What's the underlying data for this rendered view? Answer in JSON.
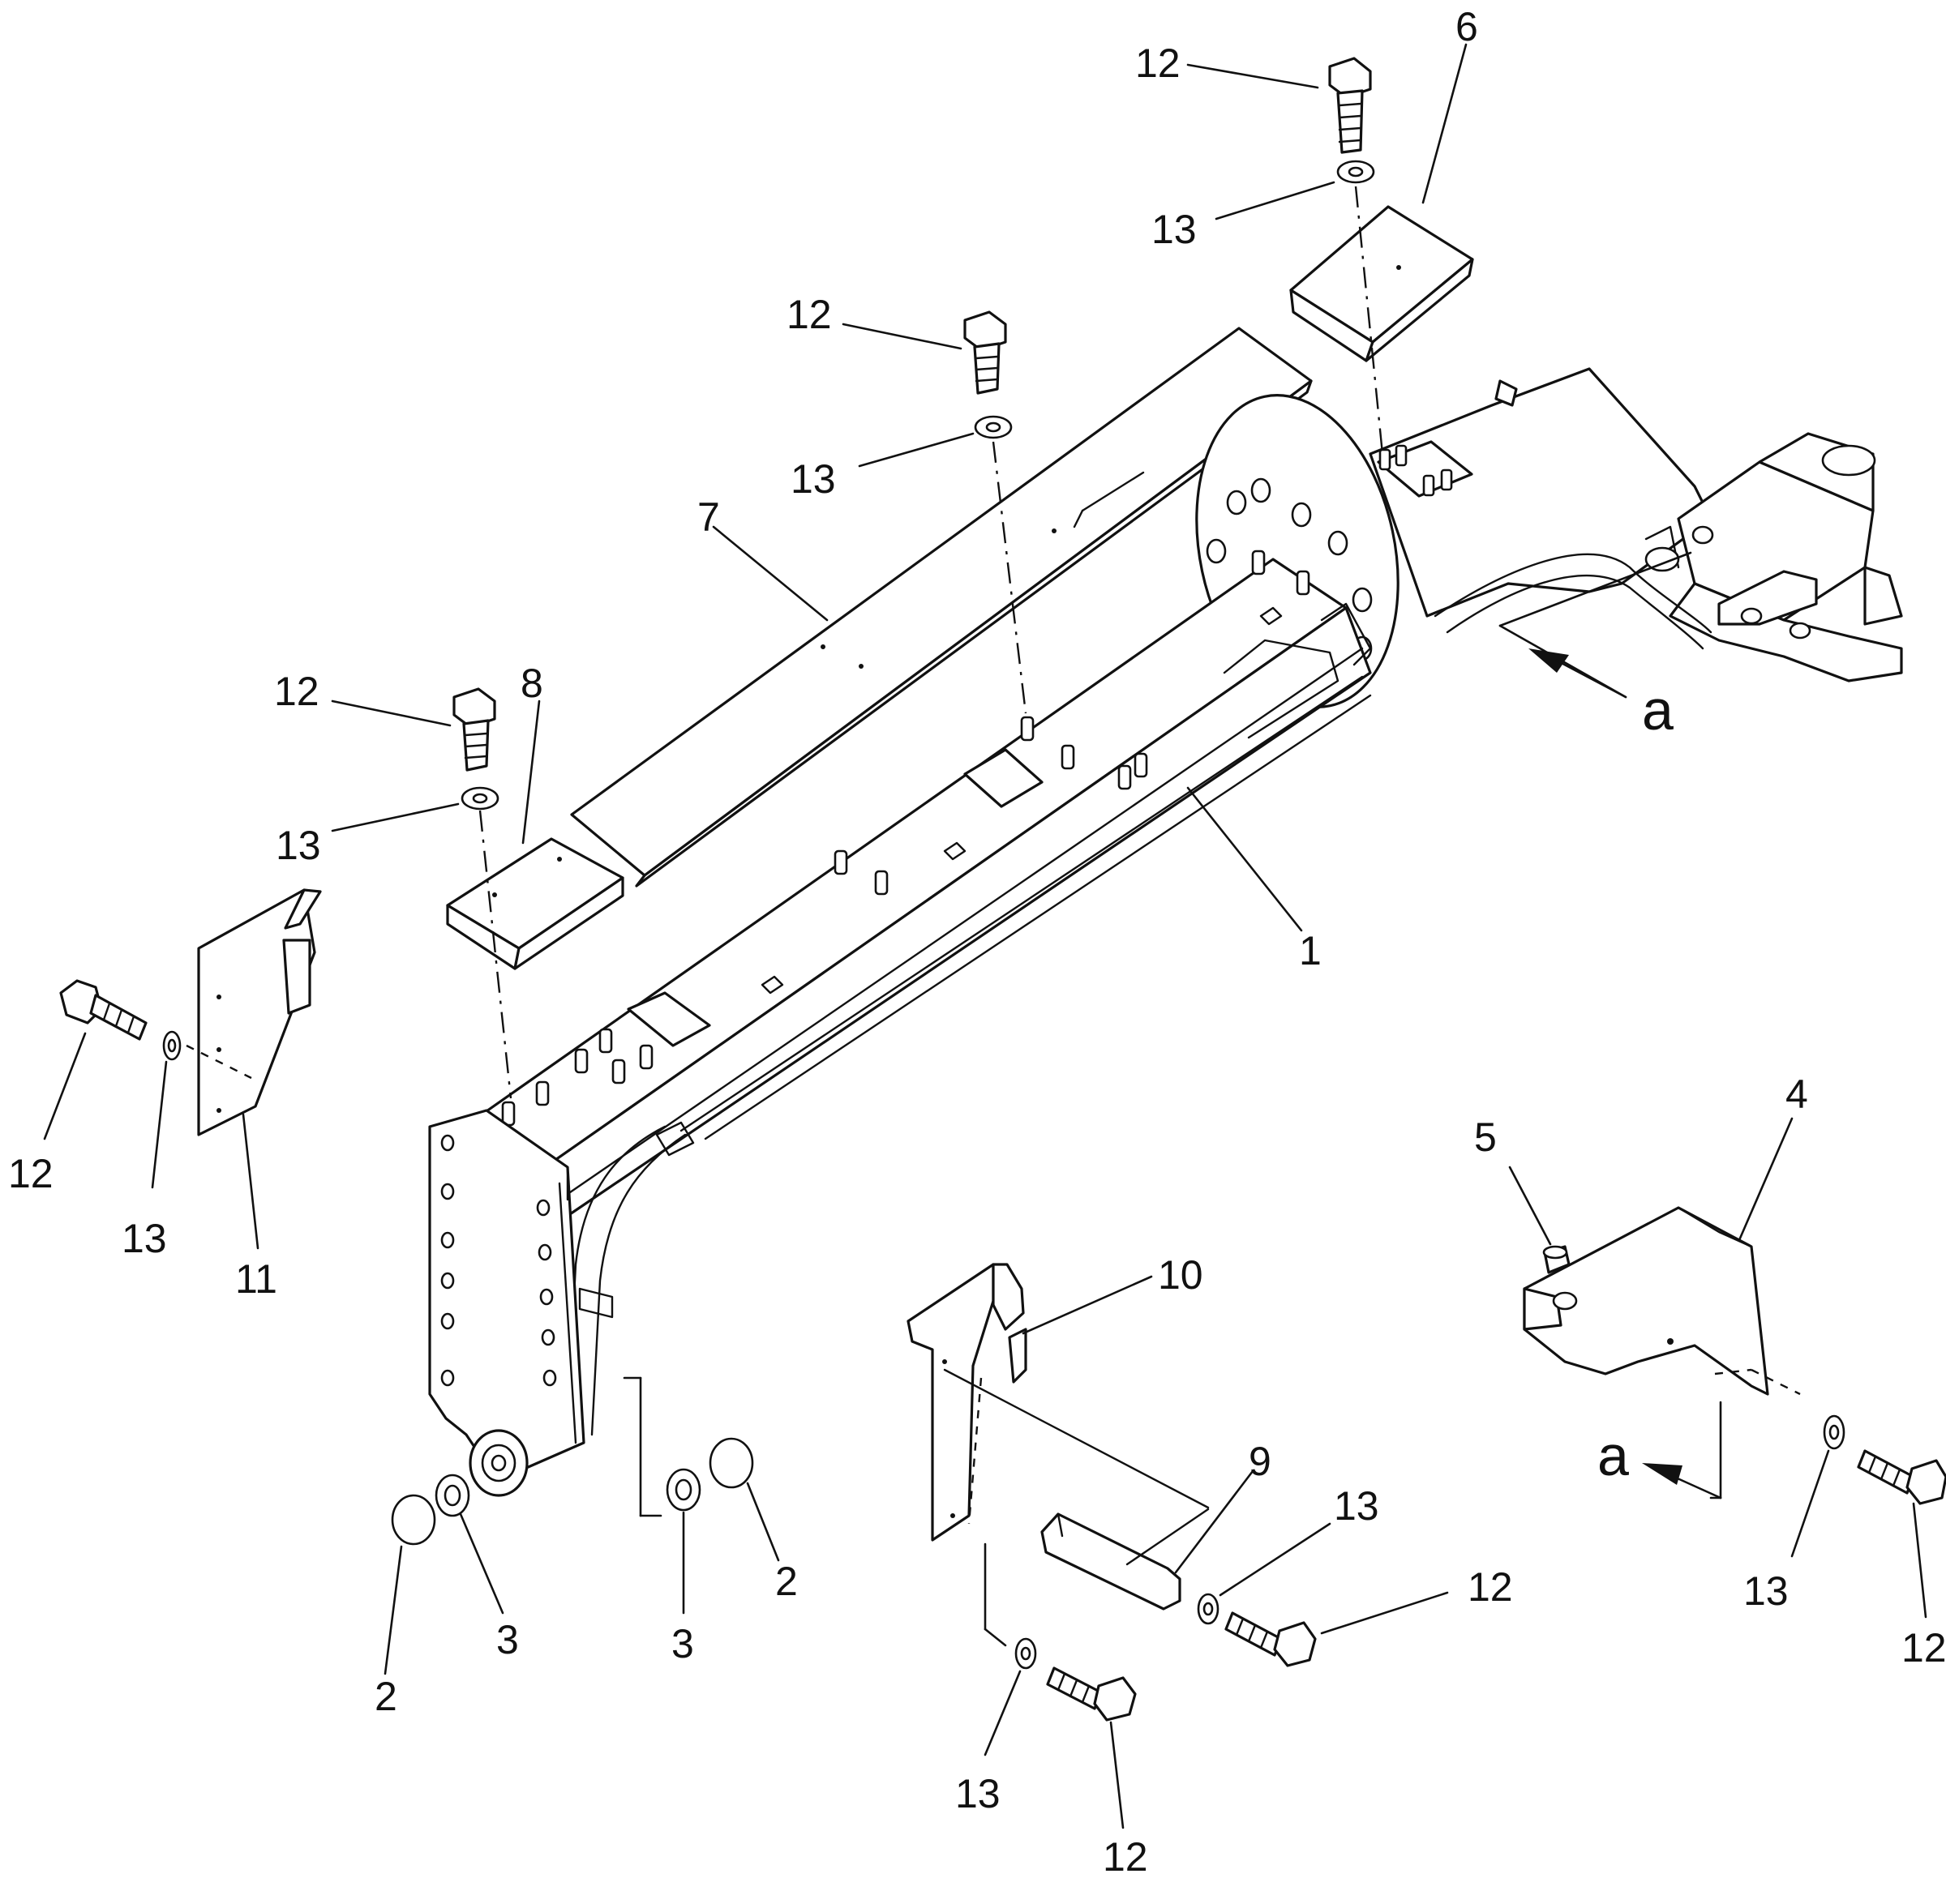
{
  "callouts": {
    "c1": "1",
    "c2": "2",
    "c3": "3",
    "c4": "4",
    "c5": "5",
    "c6": "6",
    "c7": "7",
    "c8": "8",
    "c9": "9",
    "c10": "10",
    "c11": "11",
    "c12": "12",
    "c13": "13"
  },
  "view_marker": "a"
}
